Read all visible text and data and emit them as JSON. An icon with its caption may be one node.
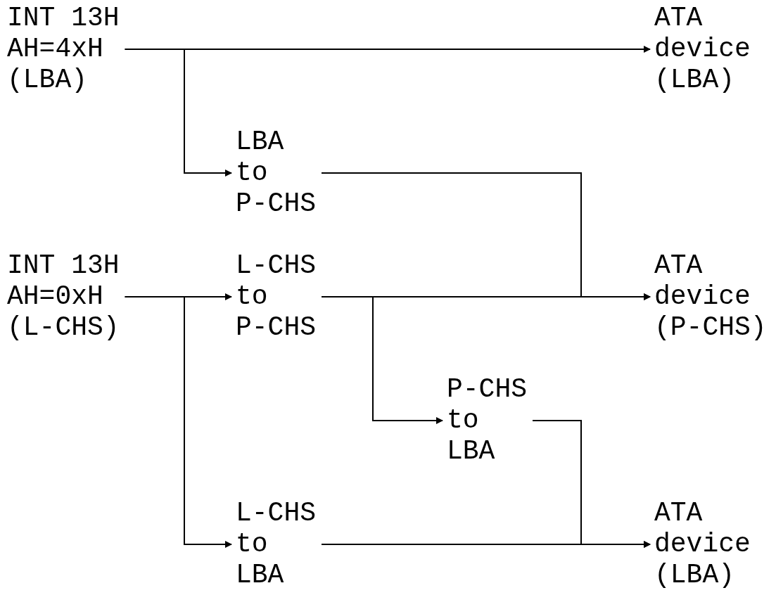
{
  "diagram": {
    "nodes": [
      {
        "text": [
          "INT 13H AH=4xH (LBA)"
        ]
      },
      {
        "text": [
          "ATA device (LBA)"
        ]
      },
      {
        "text": [
          "LBA to P-CHS"
        ]
      },
      {
        "text": [
          "INT 13H AH=0xH (L-CHS)"
        ]
      },
      {
        "text": [
          "L-CHS to P-CHS"
        ]
      },
      {
        "text": [
          "ATA device (P-CHS)"
        ]
      },
      {
        "text": [
          "P-CHS to LBA"
        ]
      },
      {
        "text": [
          "L-CHS to LBA"
        ]
      },
      {
        "text": [
          "ATA device (LBA)"
        ]
      }
    ],
    "edges": [
      {
        "from": 0,
        "to": 1,
        "arrow": "to"
      },
      {
        "from": 0,
        "to": 2,
        "arrow": "to"
      },
      {
        "from": 2,
        "to": 5,
        "arrow": "to"
      },
      {
        "from": 3,
        "to": 4,
        "arrow": "to"
      },
      {
        "from": 4,
        "to": 5,
        "arrow": "to"
      },
      {
        "from": 4,
        "to": 6,
        "arrow": "to"
      },
      {
        "from": 3,
        "to": 7,
        "arrow": "to"
      },
      {
        "from": 6,
        "to": 8,
        "arrow": "to"
      },
      {
        "from": 7,
        "to": 8,
        "arrow": "to"
      }
    ]
  }
}
